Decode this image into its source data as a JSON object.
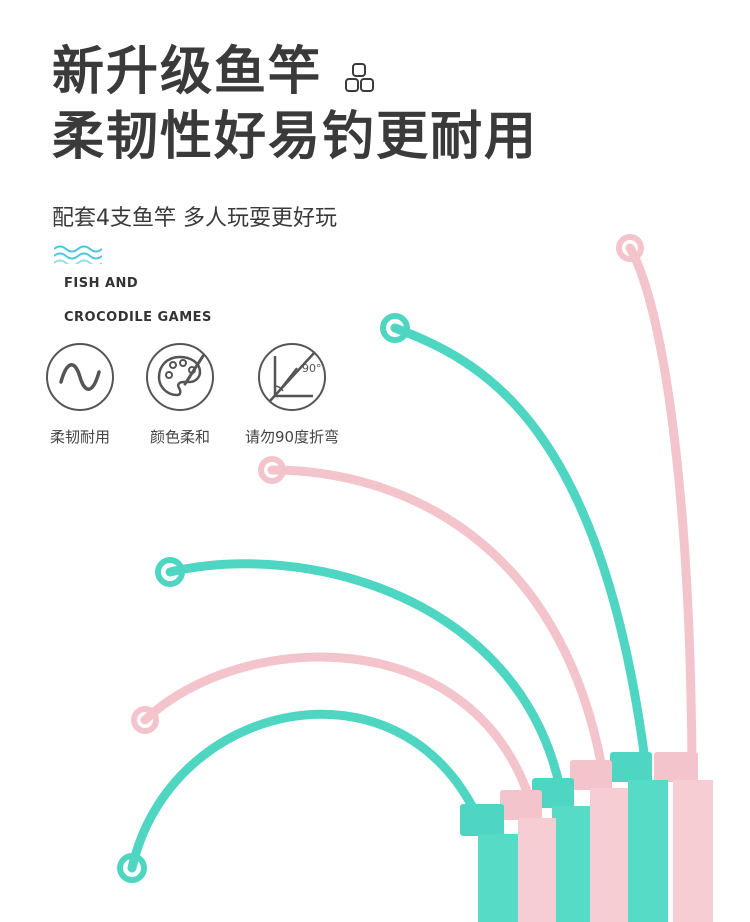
{
  "headline": {
    "line1": "新升级鱼竿",
    "line2": "柔韧性好易钓更耐用"
  },
  "subline": "配套4支鱼竿 多人玩耍更好玩",
  "english": {
    "line1": "FISH AND",
    "line2": "CROCODILE GAMES"
  },
  "features": [
    {
      "label": "柔韧耐用",
      "icon": "sine-wave-icon"
    },
    {
      "label": "颜色柔和",
      "icon": "palette-icon"
    },
    {
      "label": "请勿90度折弯",
      "icon": "no-bend-angle-icon",
      "angle_text": "90°"
    }
  ],
  "colors": {
    "headline": "#3a3a3a",
    "wave_accent": "#4cc6e0",
    "rod_teal": "#4fd6c2",
    "rod_pink": "#f4c4cc",
    "icon_stroke": "#555555"
  },
  "rods": [
    {
      "color": "teal"
    },
    {
      "color": "pink"
    },
    {
      "color": "teal"
    },
    {
      "color": "pink"
    },
    {
      "color": "teal"
    },
    {
      "color": "pink"
    }
  ]
}
